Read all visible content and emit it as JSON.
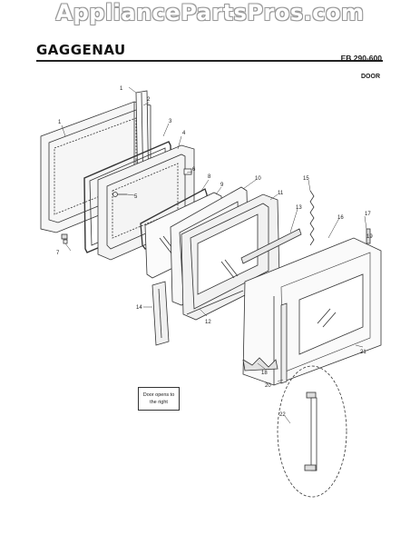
{
  "header": {
    "watermark": "AppliancePartsPros.com",
    "brand": "GAGGENAU",
    "model": "EB 290-600",
    "section": "DOOR"
  },
  "note": "Door opens to the right",
  "callouts": [
    "1",
    "2",
    "3",
    "4",
    "5",
    "6",
    "7",
    "8",
    "9",
    "10",
    "11",
    "12",
    "13",
    "14",
    "15",
    "16",
    "17",
    "18",
    "19",
    "20",
    "21",
    "22",
    "1"
  ]
}
